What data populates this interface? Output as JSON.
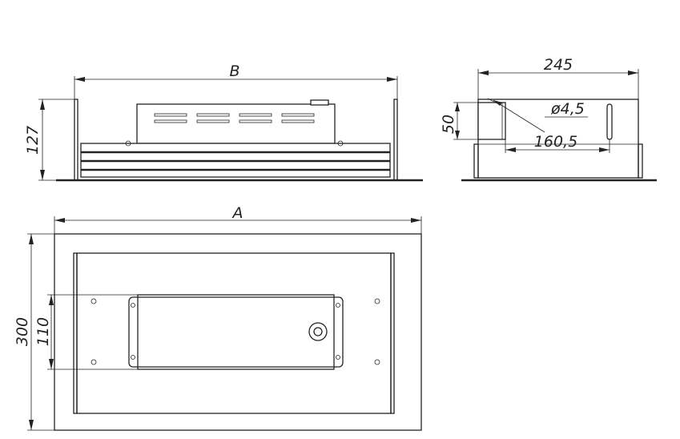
{
  "drawing": {
    "labels": {
      "width_side": "B",
      "width_top": "A",
      "height": "127",
      "depth": "245",
      "duct_height": "50",
      "hole_diameter": "ø4,5",
      "hole_spacing": "160,5",
      "top_depth": "300",
      "unit_width": "110"
    }
  }
}
